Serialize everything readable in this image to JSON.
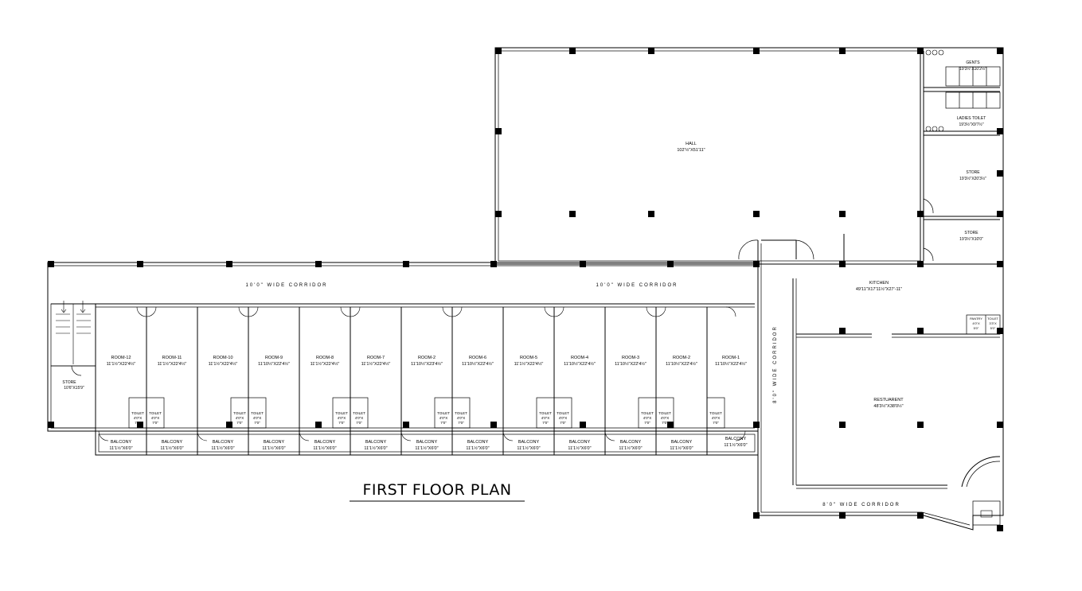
{
  "title": "FIRST FLOOR PLAN",
  "rooms": [
    {
      "name": "ROOM-12",
      "size": "11'1½\"X22'4½\""
    },
    {
      "name": "ROOM-11",
      "size": "11'1½\"X22'4½\""
    },
    {
      "name": "ROOM-10",
      "size": "11'1½\"X22'4½\""
    },
    {
      "name": "ROOM-9",
      "size": "11'10½\"X22'4½\""
    },
    {
      "name": "ROOM-8",
      "size": "11'1½\"X22'4½\""
    },
    {
      "name": "ROOM-7",
      "size": "11'1½\"X22'4½\""
    },
    {
      "name": "ROOM-2",
      "size": "11'10½\"X23'4½\""
    },
    {
      "name": "ROOM-6",
      "size": "11'10½\"X22'4½\""
    },
    {
      "name": "ROOM-5",
      "size": "11'1½\"X22'4½\""
    },
    {
      "name": "ROOM-4",
      "size": "11'10½\"X22'4½\""
    },
    {
      "name": "ROOM-3",
      "size": "11'10½\"X22'4½\""
    },
    {
      "name": "ROOM-2",
      "size": "11'10½\"X22'4½\""
    },
    {
      "name": "ROOM-1",
      "size": "11'10½\"X22'4½\""
    }
  ],
  "toilets": [
    {
      "name": "TOILET",
      "size": "4'0\"X",
      "size2": "7'0\""
    },
    {
      "name": "TOILET",
      "size": "4'0\"X",
      "size2": "7'0\""
    }
  ],
  "balcony": {
    "name": "BALCONY",
    "size": "11'1½\"X6'0\""
  },
  "corridor_label": "10'0\" WIDE CORRIDOR",
  "vertical_corridor_label": "8'0\" WIDE CORRIDOR",
  "bottom_corridor_label": "8'0\" WIDE CORRIDOR",
  "hall": {
    "name": "HALL",
    "size": "102'½\"X51'11\""
  },
  "gents": {
    "name": "GENTS",
    "size": "19'3½\"X10'2½\""
  },
  "ladies_toilet": {
    "name": "LADIES TOILET",
    "size": "19'3½\"X9'7½\""
  },
  "store_right": {
    "name": "STORE",
    "size": "19'3½\"X20'3½\""
  },
  "store_right2": {
    "name": "STORE",
    "size": "19'3½\"X10'0\""
  },
  "kitchen": {
    "name": "KITCHEN",
    "size": "49'11\"X17'11½\"X27'-11\""
  },
  "pantry": {
    "name": "PANTRY",
    "size": "4'0\"X",
    "size2": "5'0\""
  },
  "pantry_toilet": {
    "name": "TOILET",
    "size": "3'3\"X",
    "size2": "5'0\""
  },
  "restaurant": {
    "name": "RESTUARENT",
    "size": "48'3½\"X38'0½\""
  },
  "store_left": {
    "name": "STORE",
    "size": "10'6\"X15'9\""
  }
}
